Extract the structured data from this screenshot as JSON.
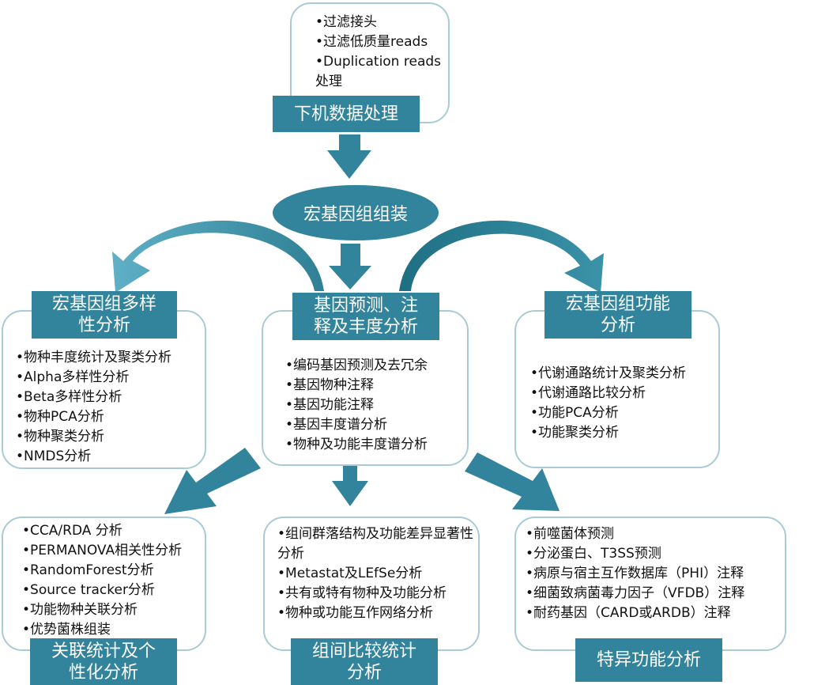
{
  "colors": {
    "accent": "#31849b",
    "accent_dark": "#1f6f83",
    "box_border": "#a8cbd6"
  },
  "preprocess": {
    "title": "下机数据处理",
    "items": [
      "过滤接头",
      "过滤低质量reads",
      "Duplication reads 处理"
    ]
  },
  "assembly": {
    "title": "宏基因组组装"
  },
  "diversity": {
    "title_line1": "宏基因组多样",
    "title_line2": "性分析",
    "items": [
      "物种丰度统计及聚类分析",
      "Alpha多样性分析",
      "Beta多样性分析",
      "物种PCA分析",
      "物种聚类分析",
      "NMDS分析"
    ]
  },
  "gene_prediction": {
    "title_line1": "基因预测、注",
    "title_line2": "释及丰度分析",
    "items": [
      "编码基因预测及去冗余",
      "基因物种注释",
      "基因功能注释",
      "基因丰度谱分析",
      "物种及功能丰度谱分析"
    ]
  },
  "function": {
    "title_line1": "宏基因组功能",
    "title_line2": "分析",
    "items": [
      "代谢通路统计及聚类分析",
      "代谢通路比较分析",
      "功能PCA分析",
      "功能聚类分析"
    ]
  },
  "association": {
    "title_line1": "关联统计及个",
    "title_line2": "性化分析",
    "items": [
      "CCA/RDA 分析",
      "PERMANOVA相关性分析",
      "RandomForest分析",
      "Source tracker分析",
      "功能物种关联分析",
      "优势菌株组装"
    ]
  },
  "comparison": {
    "title_line1": "组间比较统计",
    "title_line2": "分析",
    "items": [
      "组间群落结构及功能差异显著性分析",
      "Metastat及LEfSe分析",
      "共有或特有物种及功能分析",
      "物种或功能互作网络分析"
    ]
  },
  "specific": {
    "title": "特异功能分析",
    "items": [
      "前噬菌体预测",
      "分泌蛋白、T3SS预测",
      "病原与宿主互作数据库（PHI）注释",
      "细菌致病菌毒力因子（VFDB）注释",
      "耐药基因（CARD或ARDB）注释"
    ]
  }
}
